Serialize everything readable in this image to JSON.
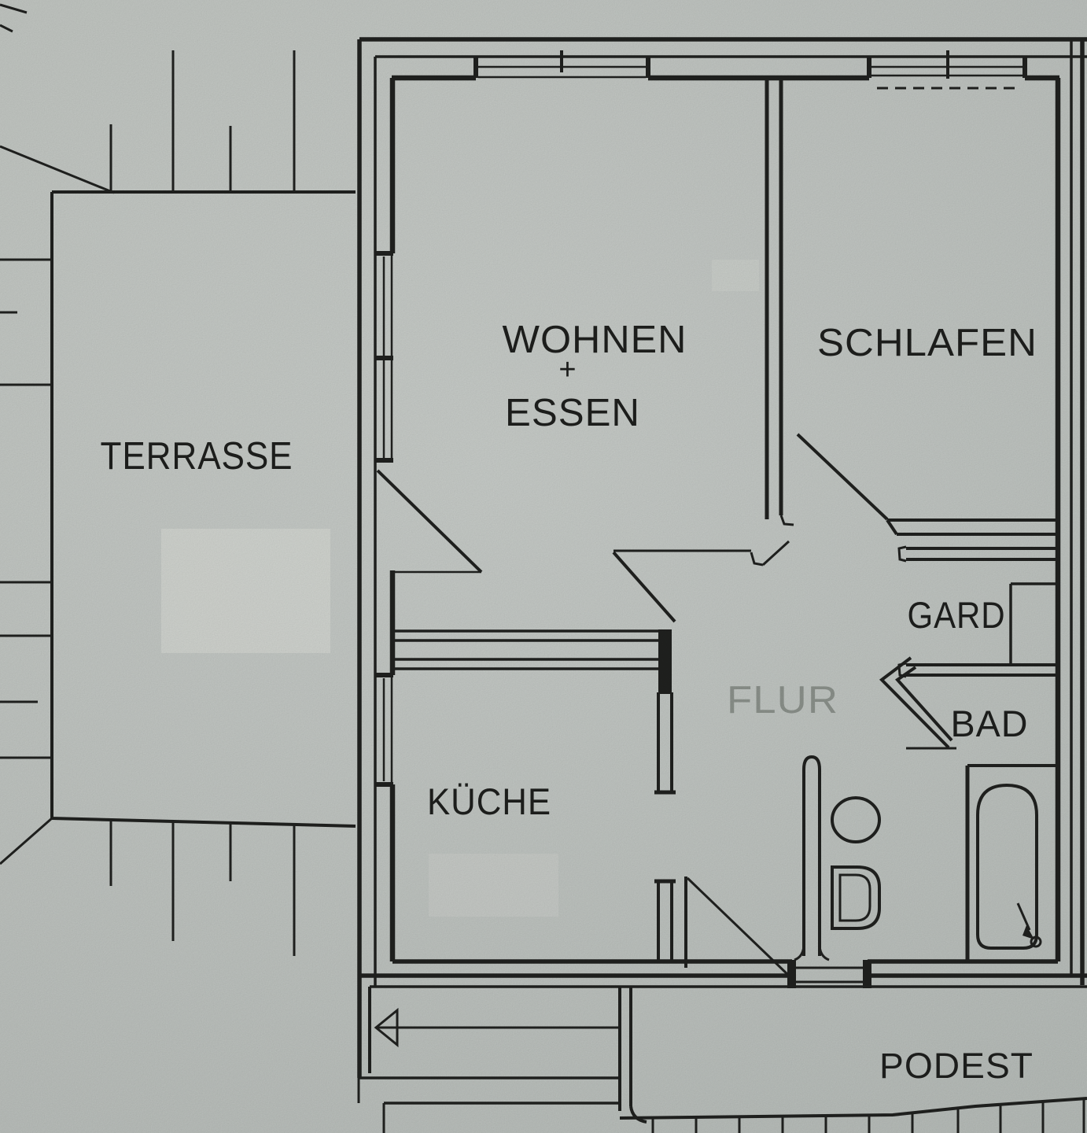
{
  "document": {
    "kind": "scanned architectural floor plan",
    "language": "de"
  },
  "palette": {
    "paper": "#c7ccc8",
    "ink": "#212220",
    "faded_ink": "#8e948e"
  },
  "rooms": {
    "terrasse": {
      "label": "TERRASSE"
    },
    "wohnen_essen": {
      "line1": "WOHNEN",
      "plus": "+",
      "line2": "ESSEN"
    },
    "schlafen": {
      "label": "SCHLAFEN"
    },
    "kueche": {
      "label": "KÜCHE"
    },
    "flur": {
      "label": "FLUR"
    },
    "gard": {
      "label": "GARD"
    },
    "bad": {
      "label": "BAD"
    },
    "podest": {
      "label": "PODEST"
    }
  },
  "fixtures": [
    "bathtub-icon",
    "washbasin-icon",
    "toilet-icon",
    "stair-direction-arrow-icon",
    "door-swing-icon",
    "window-symbol-icon",
    "hatch-ticks-icon"
  ]
}
